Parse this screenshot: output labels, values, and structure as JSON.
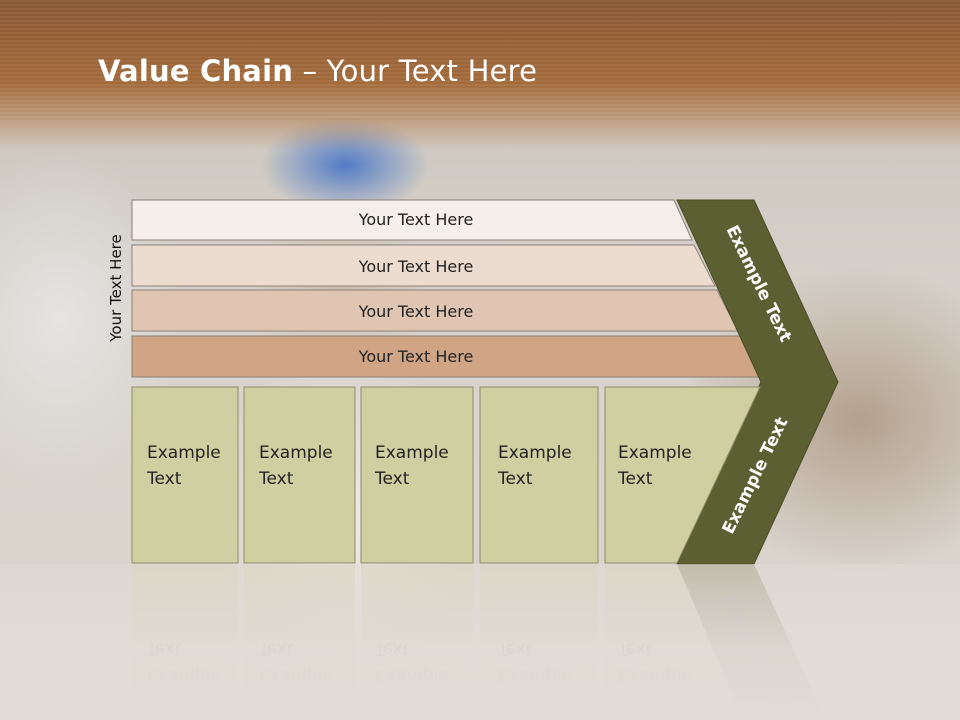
{
  "title": {
    "bold": "Value Chain",
    "rest": " – Your Text Here"
  },
  "side_label": "Your Text Here",
  "bars": [
    {
      "label": "Your Text Here",
      "color": "#f5eee9"
    },
    {
      "label": "Your Text Here",
      "color": "#ecdccf"
    },
    {
      "label": "Your Text Here",
      "color": "#e0c6b2"
    },
    {
      "label": "Your Text Here",
      "color": "#cfa586"
    }
  ],
  "boxes": [
    {
      "line1": "Example",
      "line2": "Text"
    },
    {
      "line1": "Example",
      "line2": "Text"
    },
    {
      "line1": "Example",
      "line2": "Text"
    },
    {
      "line1": "Example",
      "line2": "Text"
    },
    {
      "line1": "Example",
      "line2": "Text"
    }
  ],
  "chevron": {
    "top_label": "Example Text",
    "bottom_label": "Example Text",
    "color": "#5c5f32"
  },
  "box_color": "#cfcfa1"
}
